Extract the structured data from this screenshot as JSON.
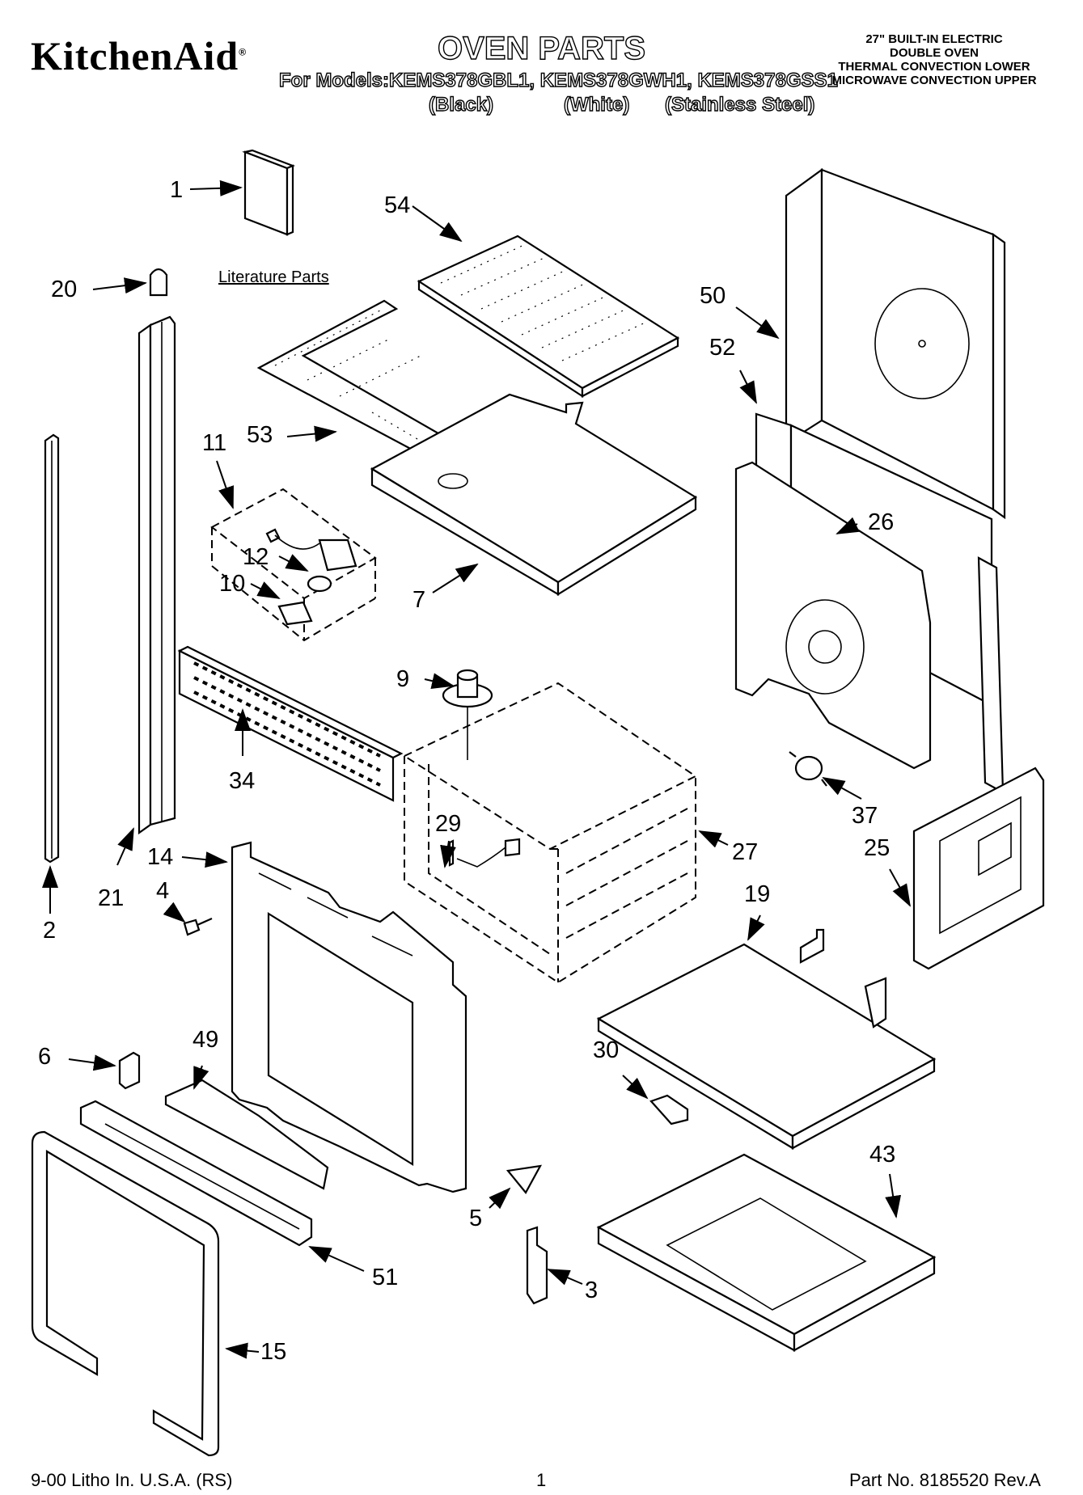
{
  "header": {
    "brand": "KitchenAid",
    "brand_mark": "®",
    "title": "OVEN PARTS",
    "models": "For Models:KEMS378GBL1, KEMS378GWH1, KEMS378GSS1",
    "variant_black": "(Black)",
    "variant_white": "(White)",
    "variant_stainless": "(Stainless Steel)",
    "description_lines": [
      "27\" BUILT-IN ELECTRIC",
      "DOUBLE OVEN",
      "THERMAL CONVECTION LOWER",
      "MICROWAVE CONVECTION UPPER"
    ]
  },
  "literature_label": "Literature Parts",
  "callouts": [
    "1",
    "54",
    "20",
    "50",
    "52",
    "53",
    "11",
    "26",
    "12",
    "10",
    "7",
    "9",
    "34",
    "37",
    "29",
    "14",
    "27",
    "25",
    "21",
    "4",
    "2",
    "19",
    "6",
    "49",
    "30",
    "43",
    "5",
    "51",
    "3",
    "15"
  ],
  "footer": {
    "litho": "9-00 Litho In. U.S.A. (RS)",
    "page": "1",
    "part_no": "Part No. 8185520 Rev.A"
  }
}
